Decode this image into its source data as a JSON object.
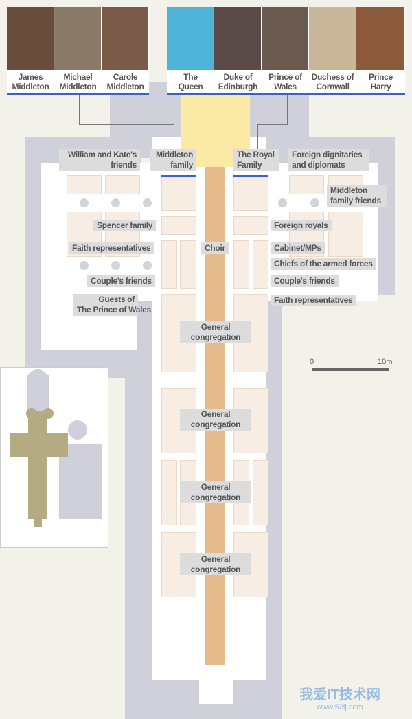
{
  "middleton_group": [
    {
      "name_line1": "James",
      "name_line2": "Middleton",
      "photo_color": "#6a4c3c"
    },
    {
      "name_line1": "Michael",
      "name_line2": "Middleton",
      "photo_color": "#8a7a6a"
    },
    {
      "name_line1": "Carole",
      "name_line2": "Middleton",
      "photo_color": "#7a5a48"
    }
  ],
  "royal_group": [
    {
      "name_line1": "The",
      "name_line2": "Queen",
      "photo_color": "#4fb5d8"
    },
    {
      "name_line1": "Duke of",
      "name_line2": "Edinburgh",
      "photo_color": "#5a4a48"
    },
    {
      "name_line1": "Prince of",
      "name_line2": "Wales",
      "photo_color": "#6a5a50"
    },
    {
      "name_line1": "Duchess of",
      "name_line2": "Cornwall",
      "photo_color": "#c9b79a"
    },
    {
      "name_line1": "Prince",
      "name_line2": "Harry",
      "photo_color": "#8a5a3a"
    }
  ],
  "labels": {
    "william_kate_friends_1": "William and Kate's",
    "william_kate_friends_2": "friends",
    "middleton_family_1": "Middleton",
    "middleton_family_2": "family",
    "royal_family_1": "The Royal",
    "royal_family_2": "Family",
    "foreign_dignitaries_1": "Foreign dignitaries",
    "foreign_dignitaries_2": "and diplomats",
    "middleton_friends_1": "Middleton",
    "middleton_friends_2": "family friends",
    "spencer_family": "Spencer family",
    "foreign_royals": "Foreign royals",
    "faith_reps_left": "Faith representatives",
    "choir": "Choir",
    "cabinet_mps": "Cabinet/MPs",
    "chiefs_armed_forces": "Chiefs of the armed forces",
    "couples_friends_left": "Couple's friends",
    "couples_friends_right": "Couple's friends",
    "guests_prince_1": "Guests of",
    "guests_prince_2": "The Prince of Wales",
    "faith_reps_right": "Faith representatives",
    "general_1": "General",
    "general_2": "congregation"
  },
  "scale": {
    "start": "0",
    "end": "10m"
  },
  "watermark": {
    "text": "我爱IT技术网",
    "url": "www.52ij.com"
  },
  "colors": {
    "aisle": "#e6bb8c",
    "altar": "#fbe9a6",
    "wall": "#cfd0da",
    "highlight": "#3a5fd0"
  }
}
